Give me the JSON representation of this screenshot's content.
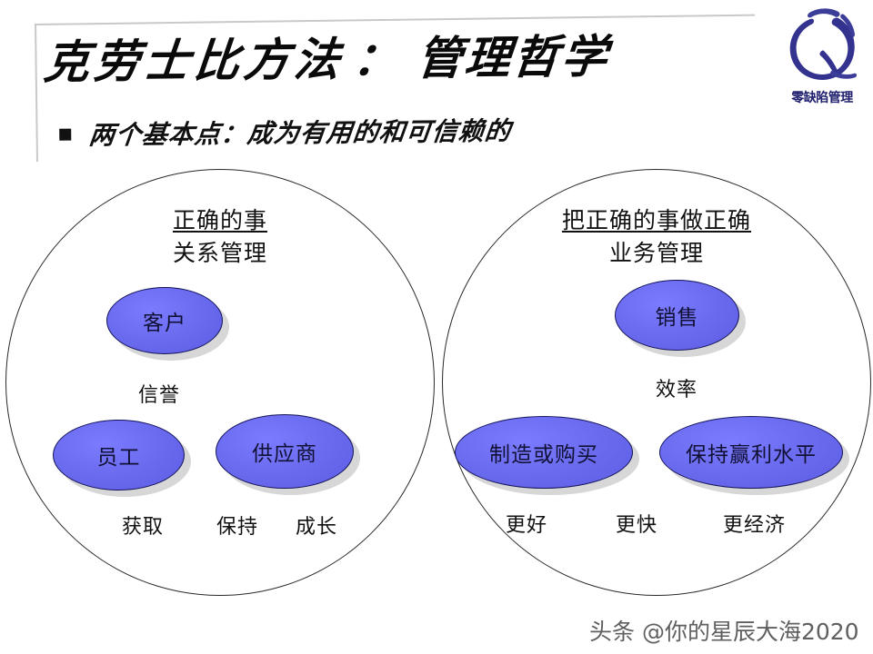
{
  "slide": {
    "title_part1": "克劳士比方法",
    "title_colon": "：",
    "title_part2": "管理哲学",
    "bullet": "两个基本点：成为有用的和可信赖的"
  },
  "logo": {
    "name": "enso-brush-circle-logo",
    "caption": "零缺陷管理",
    "color": "#33338f"
  },
  "circles": {
    "left": {
      "heading_line1": "正确的事",
      "heading_line2": "关系管理",
      "nodes": [
        {
          "label": "客户"
        },
        {
          "label": "员工"
        },
        {
          "label": "供应商"
        }
      ],
      "sub_labels": [
        {
          "text": "信誉"
        },
        {
          "text": "获取"
        },
        {
          "text": "保持"
        },
        {
          "text": "成长"
        }
      ]
    },
    "right": {
      "heading_line1": "把正确的事做正确",
      "heading_line2": "业务管理",
      "nodes": [
        {
          "label": "销售"
        },
        {
          "label": "制造或购买"
        },
        {
          "label": "保持赢利水平"
        }
      ],
      "sub_labels": [
        {
          "text": "效率"
        },
        {
          "text": "更好"
        },
        {
          "text": "更快"
        },
        {
          "text": "更经济"
        }
      ]
    }
  },
  "watermark": "头条 @你的星辰大海2020",
  "colors": {
    "node_fill": "#6a6aee",
    "node_border": "#14145a",
    "node_shadow": "#d7d7d7",
    "circle_outline": "#2a2a2a",
    "logo_blue": "#33338f"
  }
}
